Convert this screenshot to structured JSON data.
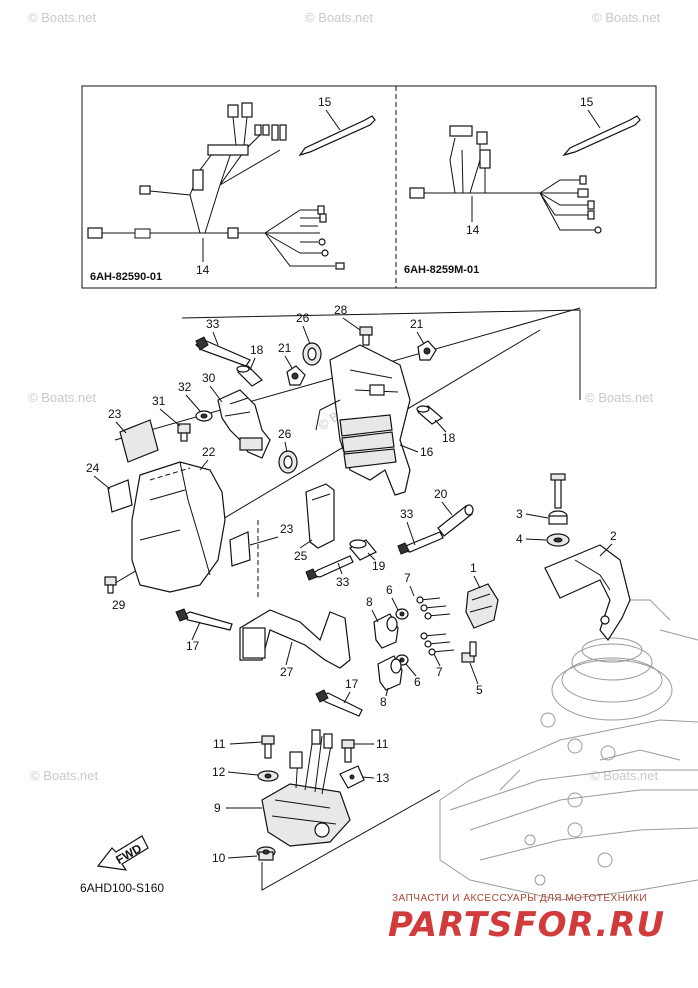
{
  "watermark": "© Boats.net",
  "inset_left": {
    "code": "6AH-82590-01",
    "labels": [
      "15",
      "14"
    ]
  },
  "inset_right": {
    "code": "6AH-8259M-01",
    "labels": [
      "15",
      "14"
    ]
  },
  "callouts": {
    "c1": "1",
    "c2": "2",
    "c3": "3",
    "c4": "4",
    "c5": "5",
    "c6a": "6",
    "c6b": "6",
    "c7a": "7",
    "c7b": "7",
    "c8a": "8",
    "c8b": "8",
    "c9": "9",
    "c10": "10",
    "c11a": "11",
    "c11b": "11",
    "c12": "12",
    "c13": "13",
    "c16": "16",
    "c17a": "17",
    "c17b": "17",
    "c18a": "18",
    "c18b": "18",
    "c19": "19",
    "c20": "20",
    "c21a": "21",
    "c21b": "21",
    "c22": "22",
    "c23a": "23",
    "c23b": "23",
    "c24": "24",
    "c25": "25",
    "c26a": "26",
    "c26b": "26",
    "c27": "27",
    "c28": "28",
    "c29": "29",
    "c30": "30",
    "c31": "31",
    "c32": "32",
    "c33a": "33",
    "c33b": "33",
    "c33c": "33"
  },
  "fwd_label": "FWD",
  "diagram_code": "6AHD100-S160",
  "brand": {
    "tagline": "ЗАПЧАСТИ И АКСЕССУАРЫ ДЛЯ МОТОТЕХНИКИ",
    "logo": "PARTSFOR.RU"
  }
}
